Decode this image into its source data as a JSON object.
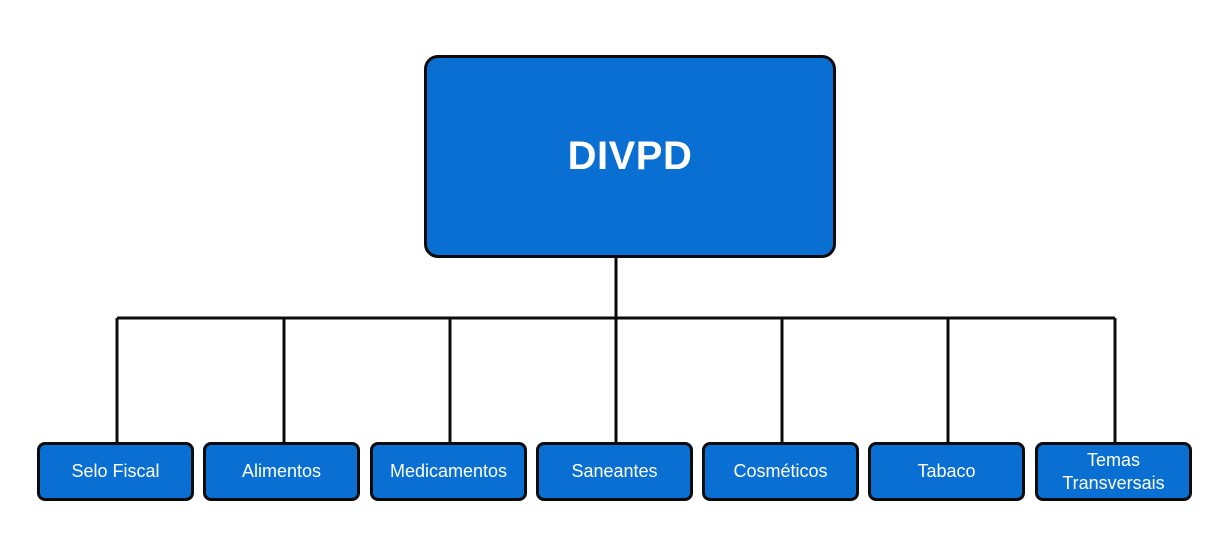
{
  "diagram": {
    "root": {
      "label": "DIVPD"
    },
    "children": [
      {
        "label": "Selo Fiscal"
      },
      {
        "label": "Alimentos"
      },
      {
        "label": "Medicamentos"
      },
      {
        "label": "Saneantes"
      },
      {
        "label": "Cosméticos"
      },
      {
        "label": "Tabaco"
      },
      {
        "label": "Temas Transversais"
      }
    ]
  },
  "colors": {
    "node_fill": "#0A6FD2",
    "node_border": "#0b0b0b",
    "node_text": "#ffffff",
    "connector": "#0b0b0b"
  }
}
